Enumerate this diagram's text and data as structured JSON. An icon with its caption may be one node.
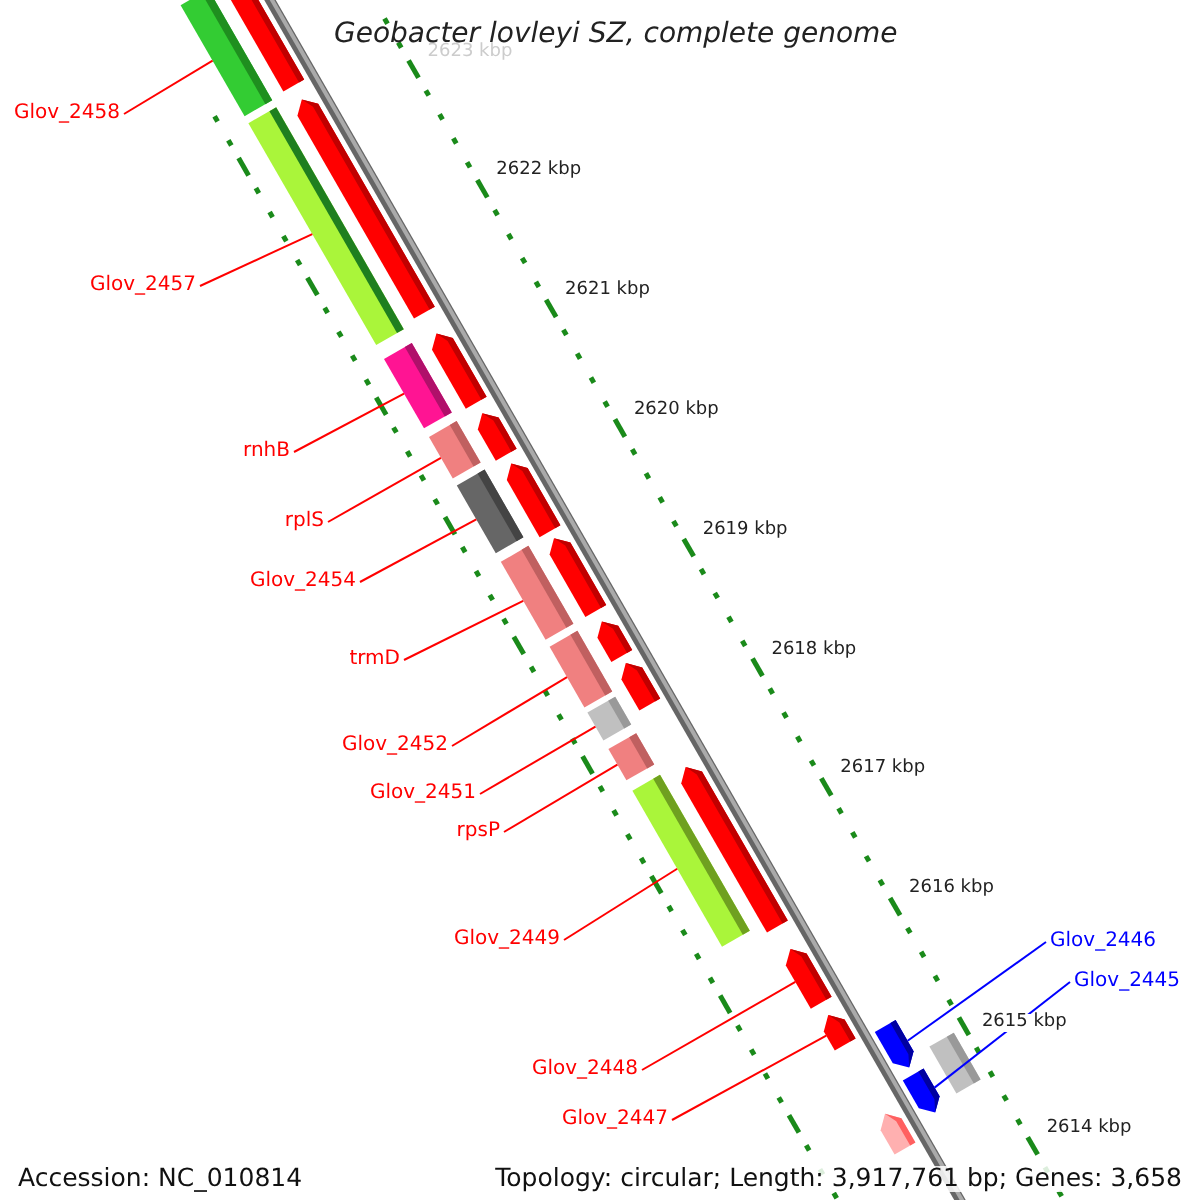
{
  "diagram": {
    "title": "Geobacter lovleyi SZ, complete genome",
    "nodes": [
      {
        "text": [
          "Glov_2458"
        ]
      },
      {
        "text": [
          "Glov_2457"
        ]
      },
      {
        "text": [
          "rnhB"
        ]
      },
      {
        "text": [
          "rplS"
        ]
      },
      {
        "text": [
          "Glov_2454"
        ]
      },
      {
        "text": [
          "trmD"
        ]
      },
      {
        "text": [
          "Glov_2452"
        ]
      },
      {
        "text": [
          "Glov_2451"
        ]
      },
      {
        "text": [
          "rpsP"
        ]
      },
      {
        "text": [
          "Glov_2449"
        ]
      },
      {
        "text": [
          "Glov_2448"
        ]
      },
      {
        "text": [
          "Glov_2447"
        ]
      },
      {
        "text": [
          "Glov_2446"
        ]
      },
      {
        "text": [
          "Glov_2445"
        ]
      },
      {
        "text": [],
        "shape": "bar"
      },
      {
        "text": [],
        "shape": "arrow"
      },
      {
        "text": [],
        "shape": "bar"
      },
      {
        "text": [],
        "shape": "arrow"
      },
      {
        "text": [],
        "shape": "bar"
      },
      {
        "text": [],
        "shape": "arrow"
      },
      {
        "text": [],
        "shape": "bar"
      },
      {
        "text": [],
        "shape": "arrow"
      },
      {
        "text": [],
        "shape": "bar"
      },
      {
        "text": [],
        "shape": "arrow"
      },
      {
        "text": [],
        "shape": "bar"
      },
      {
        "text": [],
        "shape": "arrow"
      },
      {
        "text": [],
        "shape": "bar"
      },
      {
        "text": [],
        "shape": "arrow"
      },
      {
        "text": [],
        "shape": "bar"
      },
      {
        "text": [],
        "shape": "arrow"
      },
      {
        "text": [],
        "shape": "bar"
      },
      {
        "text": [],
        "shape": "arrow"
      },
      {
        "text": [],
        "shape": "bar"
      },
      {
        "text": [],
        "shape": "arrow"
      },
      {
        "text": [],
        "shape": "arrow"
      },
      {
        "text": [],
        "shape": "arrow"
      },
      {
        "text": [],
        "shape": "bar"
      },
      {
        "text": [],
        "shape": "arrow"
      },
      {
        "text": [],
        "shape": "arrow"
      }
    ],
    "edges": [
      {
        "from": 0,
        "to": 14,
        "arrow": "none"
      },
      {
        "from": 1,
        "to": 16,
        "arrow": "none"
      },
      {
        "from": 2,
        "to": 18,
        "arrow": "none"
      },
      {
        "from": 3,
        "to": 20,
        "arrow": "none"
      },
      {
        "from": 4,
        "to": 22,
        "arrow": "none"
      },
      {
        "from": 5,
        "to": 24,
        "arrow": "none"
      },
      {
        "from": 6,
        "to": 26,
        "arrow": "none"
      },
      {
        "from": 7,
        "to": 28,
        "arrow": "none"
      },
      {
        "from": 8,
        "to": 30,
        "arrow": "none"
      },
      {
        "from": 9,
        "to": 32,
        "arrow": "none"
      },
      {
        "from": 10,
        "to": 33,
        "arrow": "none"
      },
      {
        "from": 11,
        "to": 34,
        "arrow": "none"
      },
      {
        "from": 12,
        "to": 35,
        "arrow": "none",
        "color": "#0000ff"
      },
      {
        "from": 13,
        "to": 37,
        "arrow": "none",
        "color": "#0000ff"
      }
    ],
    "labels": [
      "2623 kbp",
      "2622 kbp",
      "2621 kbp",
      "2620 kbp",
      "2619 kbp",
      "2618 kbp",
      "2617 kbp",
      "2616 kbp",
      "2615 kbp",
      "2614 kbp",
      "Accession: NC_010814",
      "Topology: circular; Length: 3,917,761 bp; Genes: 3,658"
    ]
  }
}
